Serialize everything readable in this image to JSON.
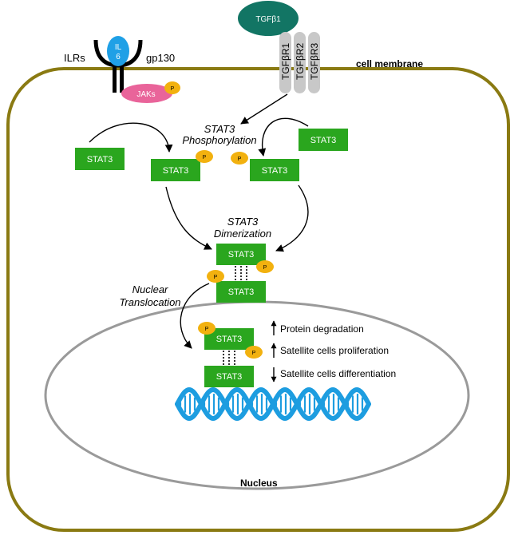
{
  "labels": {
    "cell_membrane": "cell membrane",
    "nucleus": "Nucleus",
    "ilrs": "ILRs",
    "gp130": "gp130",
    "il6_line1": "IL",
    "il6_line2": "6",
    "jaks": "JAKs",
    "tgfb1": "TGFβ1",
    "tgfbr1": "TGFβR1",
    "tgfbr2": "TGFβR2",
    "tgfbr3": "TGFβR3",
    "phosphorylation_line1": "STAT3",
    "phosphorylation_line2": "Phosphorylation",
    "dimerization_line1": "STAT3",
    "dimerization_line2": "Dimerization",
    "translocation_line1": "Nuclear",
    "translocation_line2": "Translocation",
    "stat3": "STAT3",
    "p": "P"
  },
  "effects": [
    {
      "direction": "up",
      "text": "Protein degradation"
    },
    {
      "direction": "up",
      "text": "Satellite cells proliferation"
    },
    {
      "direction": "down",
      "text": "Satellite cells differentiation"
    }
  ],
  "colors": {
    "membrane": "#8a7a12",
    "stat3_fill": "#2aa61e",
    "phospho_fill": "#f2b10f",
    "jaks_fill": "#e9649a",
    "il6_fill": "#1fa0e6",
    "tgfb1_fill": "#127564",
    "receptor_fill": "#c8c8c8",
    "nucleus_stroke": "#9a9a9a",
    "dna_fill": "#1d9de0"
  }
}
